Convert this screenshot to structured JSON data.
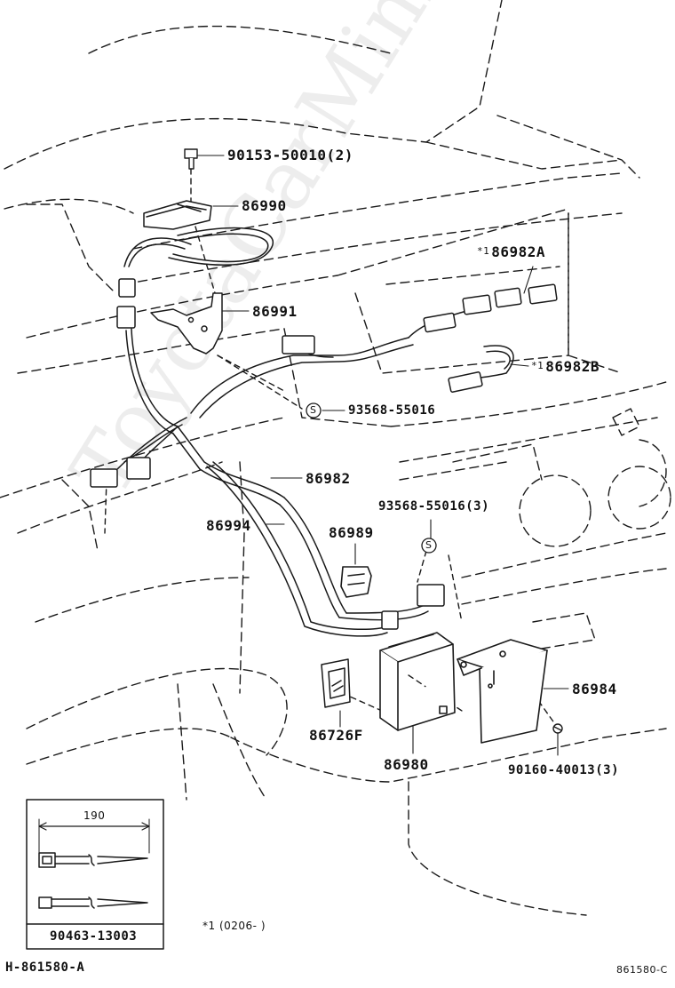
{
  "parts": {
    "p90153": "90153-50010(2)",
    "p86990": "86990",
    "p86982A": "86982A",
    "p86991": "86991",
    "p86982B": "86982B",
    "p93568a": "93568-55016",
    "p86982": "86982",
    "p86994": "86994",
    "p93568b": "93568-55016(3)",
    "p86989": "86989",
    "p86984": "86984",
    "p86726F": "86726F",
    "p86980": "86980",
    "p90160": "90160-40013(3)",
    "p90463": "90463-13003"
  },
  "notes": {
    "star1": "*1",
    "footnote": "*1 (0206-        )",
    "dimension": "190",
    "s_symbol": "S"
  },
  "footer": {
    "left_code": "H-861580-A",
    "right_code": "861580-C"
  },
  "watermark": "ToyotaCarMini.ru"
}
